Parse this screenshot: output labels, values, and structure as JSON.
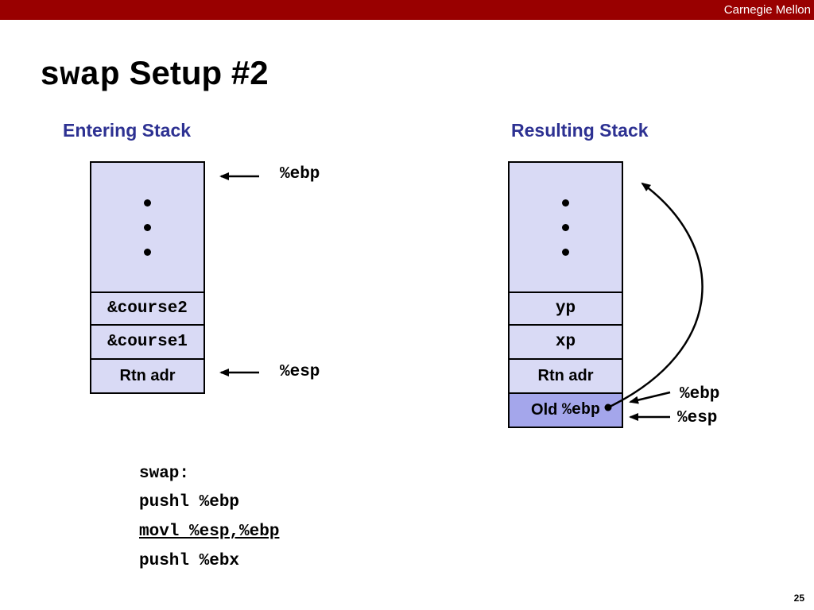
{
  "header": {
    "brand": "Carnegie Mellon"
  },
  "title": {
    "code": "swap",
    "text": "Setup #2"
  },
  "left": {
    "heading": "Entering Stack",
    "cells": [
      "&course2",
      "&course1",
      "Rtn adr"
    ],
    "ebp_label": "%ebp",
    "esp_label": "%esp"
  },
  "right": {
    "heading": "Resulting Stack",
    "cells": [
      "yp",
      "xp",
      "Rtn adr"
    ],
    "old_prefix": "Old",
    "old_reg": "%ebp",
    "ebp_label": "%ebp",
    "esp_label": "%esp"
  },
  "code": {
    "lines": [
      "swap:",
      "pushl %ebp",
      "movl %esp,%ebp",
      "pushl %ebx"
    ]
  },
  "page_number": "25"
}
